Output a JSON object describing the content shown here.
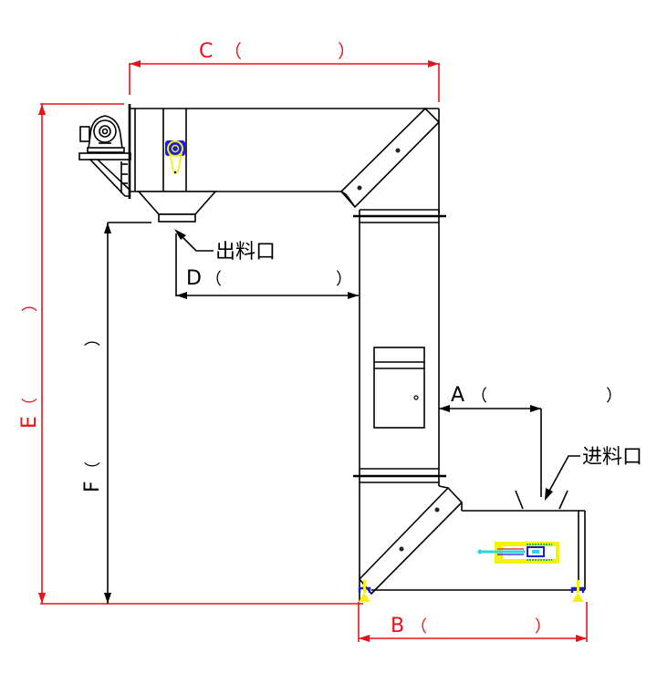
{
  "diagram": {
    "title": "Z-type bucket elevator dimension drawing",
    "colors": {
      "dimension_red": "#e8121b",
      "line_black": "#000000",
      "motor_blue": "#1a1ae6",
      "part_yellow": "#f5f20a",
      "part_cyan": "#27d9e6",
      "part_green": "#29c92e"
    },
    "dimensions": {
      "A": {
        "letter": "A",
        "open": "（",
        "close": "）",
        "value": ""
      },
      "B": {
        "letter": "B",
        "open": "（",
        "close": "）",
        "value": ""
      },
      "C": {
        "letter": "C",
        "open": "（",
        "close": "）",
        "value": ""
      },
      "D": {
        "letter": "D",
        "open": "（",
        "close": "）",
        "value": ""
      },
      "E": {
        "letter": "E",
        "open": "（",
        "close": "）",
        "value": ""
      },
      "F": {
        "letter": "F",
        "open": "（",
        "close": "）",
        "value": ""
      }
    },
    "labels": {
      "outlet": "出料口",
      "inlet": "进料口"
    }
  }
}
